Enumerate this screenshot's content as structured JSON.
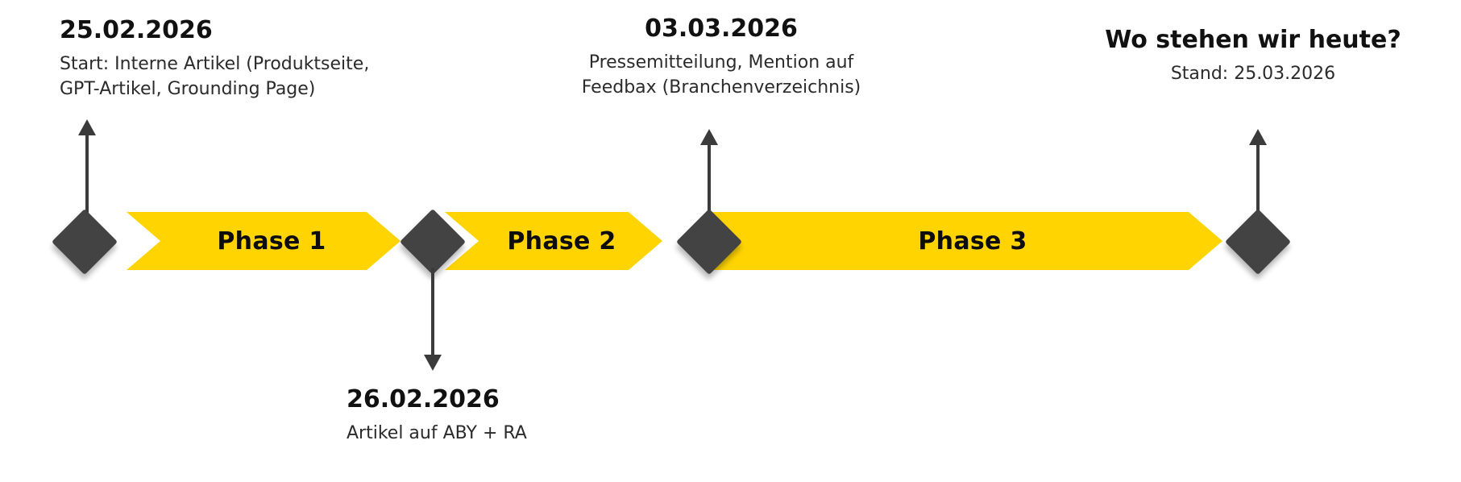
{
  "diagram": {
    "type": "timeline",
    "title_present": false,
    "colors": {
      "phase_bar": "#FFD400",
      "milestone_marker": "#434343",
      "connector": "#3B3B3B",
      "heading_text": "#111111",
      "body_text": "#2B2B2B",
      "background": "#FFFFFF"
    }
  },
  "phases": [
    {
      "label": "Phase 1"
    },
    {
      "label": "Phase 2"
    },
    {
      "label": "Phase 3"
    }
  ],
  "milestones": [
    {
      "id": "milestone-1",
      "title": "25.02.2026",
      "lines": [
        "Start: Interne Artikel (Produktseite,",
        "GPT-Artikel, Grounding Page)"
      ],
      "direction": "up",
      "align": "left"
    },
    {
      "id": "milestone-2",
      "title": "26.02.2026",
      "lines": [
        "Artikel auf ABY + RA"
      ],
      "direction": "down",
      "align": "left"
    },
    {
      "id": "milestone-3",
      "title": "03.03.2026",
      "lines": [
        "Pressemitteilung, Mention auf",
        "Feedbax (Branchenverzeichnis)"
      ],
      "direction": "up",
      "align": "center"
    },
    {
      "id": "milestone-4",
      "title": "Wo stehen wir heute?",
      "lines": [
        "Stand: 25.03.2026"
      ],
      "direction": "up",
      "align": "center"
    }
  ]
}
